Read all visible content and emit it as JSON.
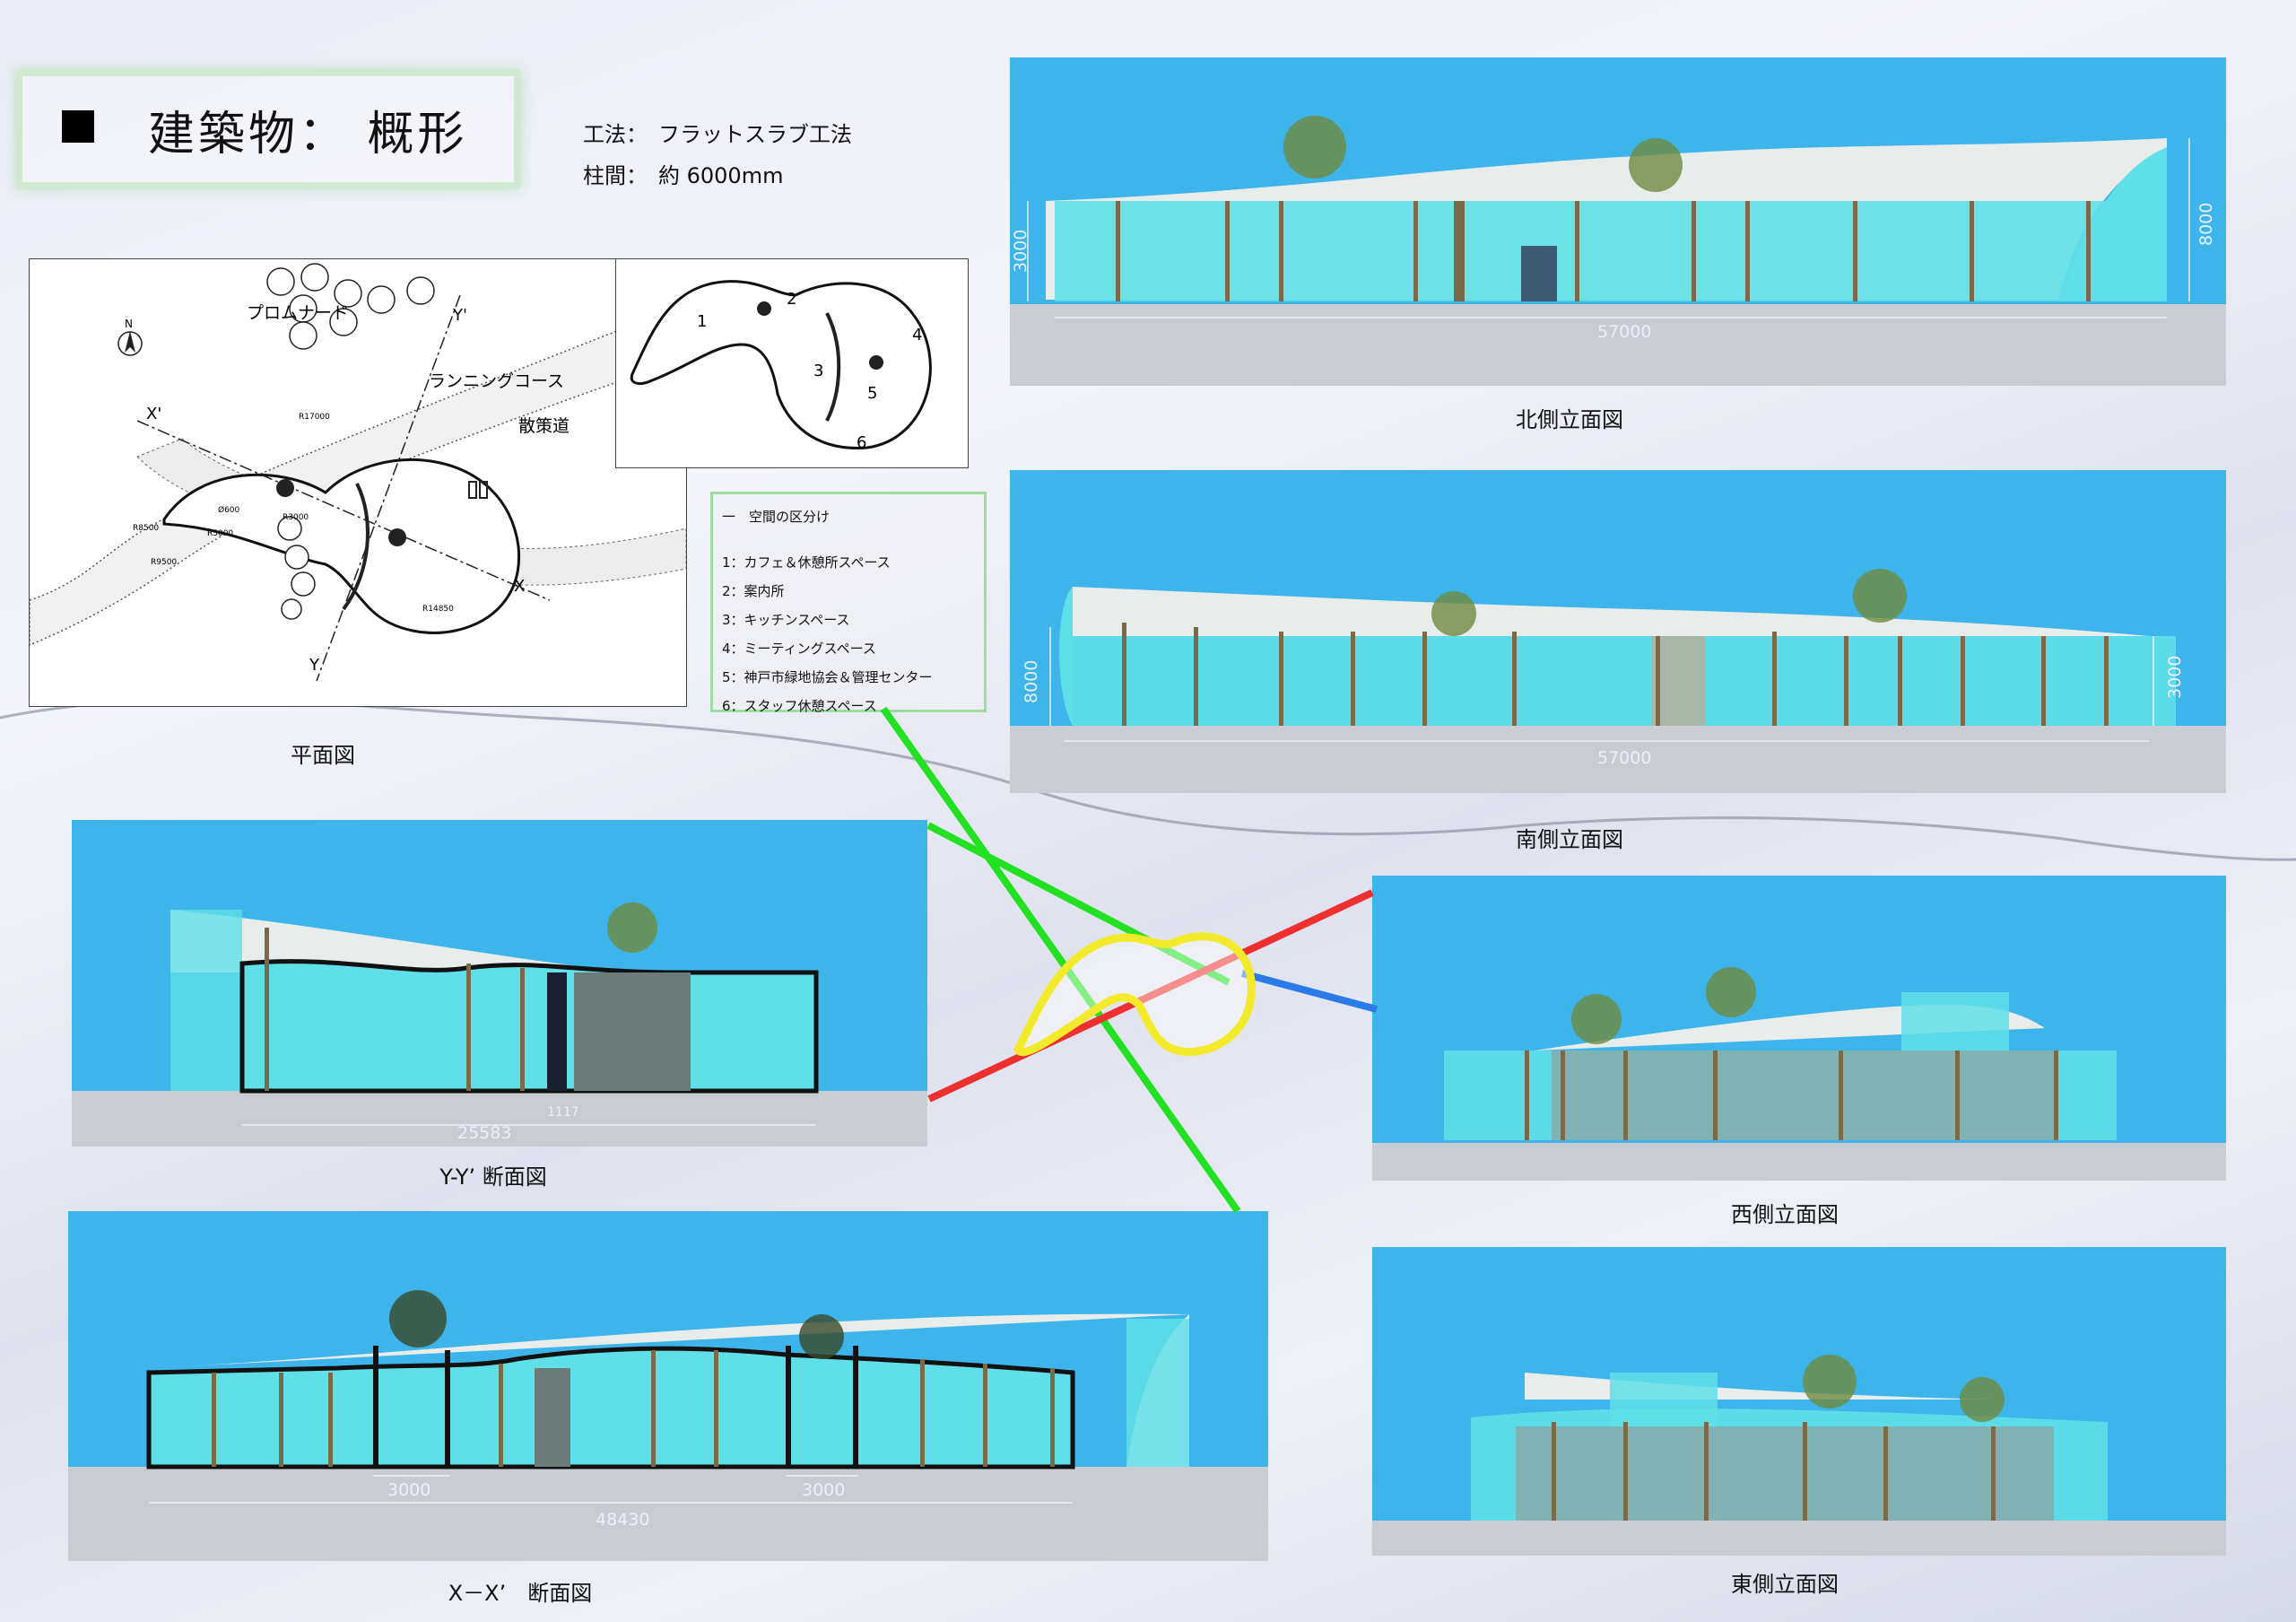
{
  "title": {
    "text": "建築物： 概形"
  },
  "specs": {
    "method": "工法：　フラットスラブ工法",
    "span": "柱間：　約 6000mm"
  },
  "plan": {
    "caption": "平面図",
    "labels": {
      "promenade": "プロムナード",
      "running": "ランニングコース",
      "walk": "散策道",
      "north": "N",
      "x": "X",
      "xp": "X'",
      "y": "Y",
      "yp": "Y'"
    },
    "dims": [
      "R17000",
      "R3000",
      "Ø600",
      "R5000",
      "R8500",
      "R9500",
      "R14850"
    ]
  },
  "zone_map": {
    "numbers": [
      "1",
      "2",
      "3",
      "4",
      "5",
      "6"
    ]
  },
  "legend": {
    "heading": "一　空間の区分け",
    "items": [
      "1：カフェ＆休憩所スペース",
      "2：案内所",
      "3：キッチンスペース",
      "4：ミーティングスペース",
      "5：神戸市緑地協会＆管理センター",
      "6：スタッフ休憩スペース"
    ]
  },
  "north_elev": {
    "caption": "北側立面図",
    "width": "57000",
    "h_left": "3000",
    "h_right": "8000"
  },
  "south_elev": {
    "caption": "南側立面図",
    "width": "57000",
    "h_left": "8000",
    "h_right": "3000"
  },
  "yy_section": {
    "caption": "Y-Y’ 断面図",
    "width": "25583",
    "small": "1117"
  },
  "xx_section": {
    "caption": "X－X’　断面図",
    "width": "48430",
    "d1": "3000",
    "d2": "3000"
  },
  "west_elev": {
    "caption": "西側立面図"
  },
  "east_elev": {
    "caption": "東側立面図"
  },
  "colors": {
    "sky": "#3db5ea",
    "glass": "#5fe0e8",
    "ground": "#c9ccd3",
    "green": "#22e022",
    "red": "#f03030",
    "blue": "#2a7be8",
    "yellow": "#f2ea2a"
  }
}
